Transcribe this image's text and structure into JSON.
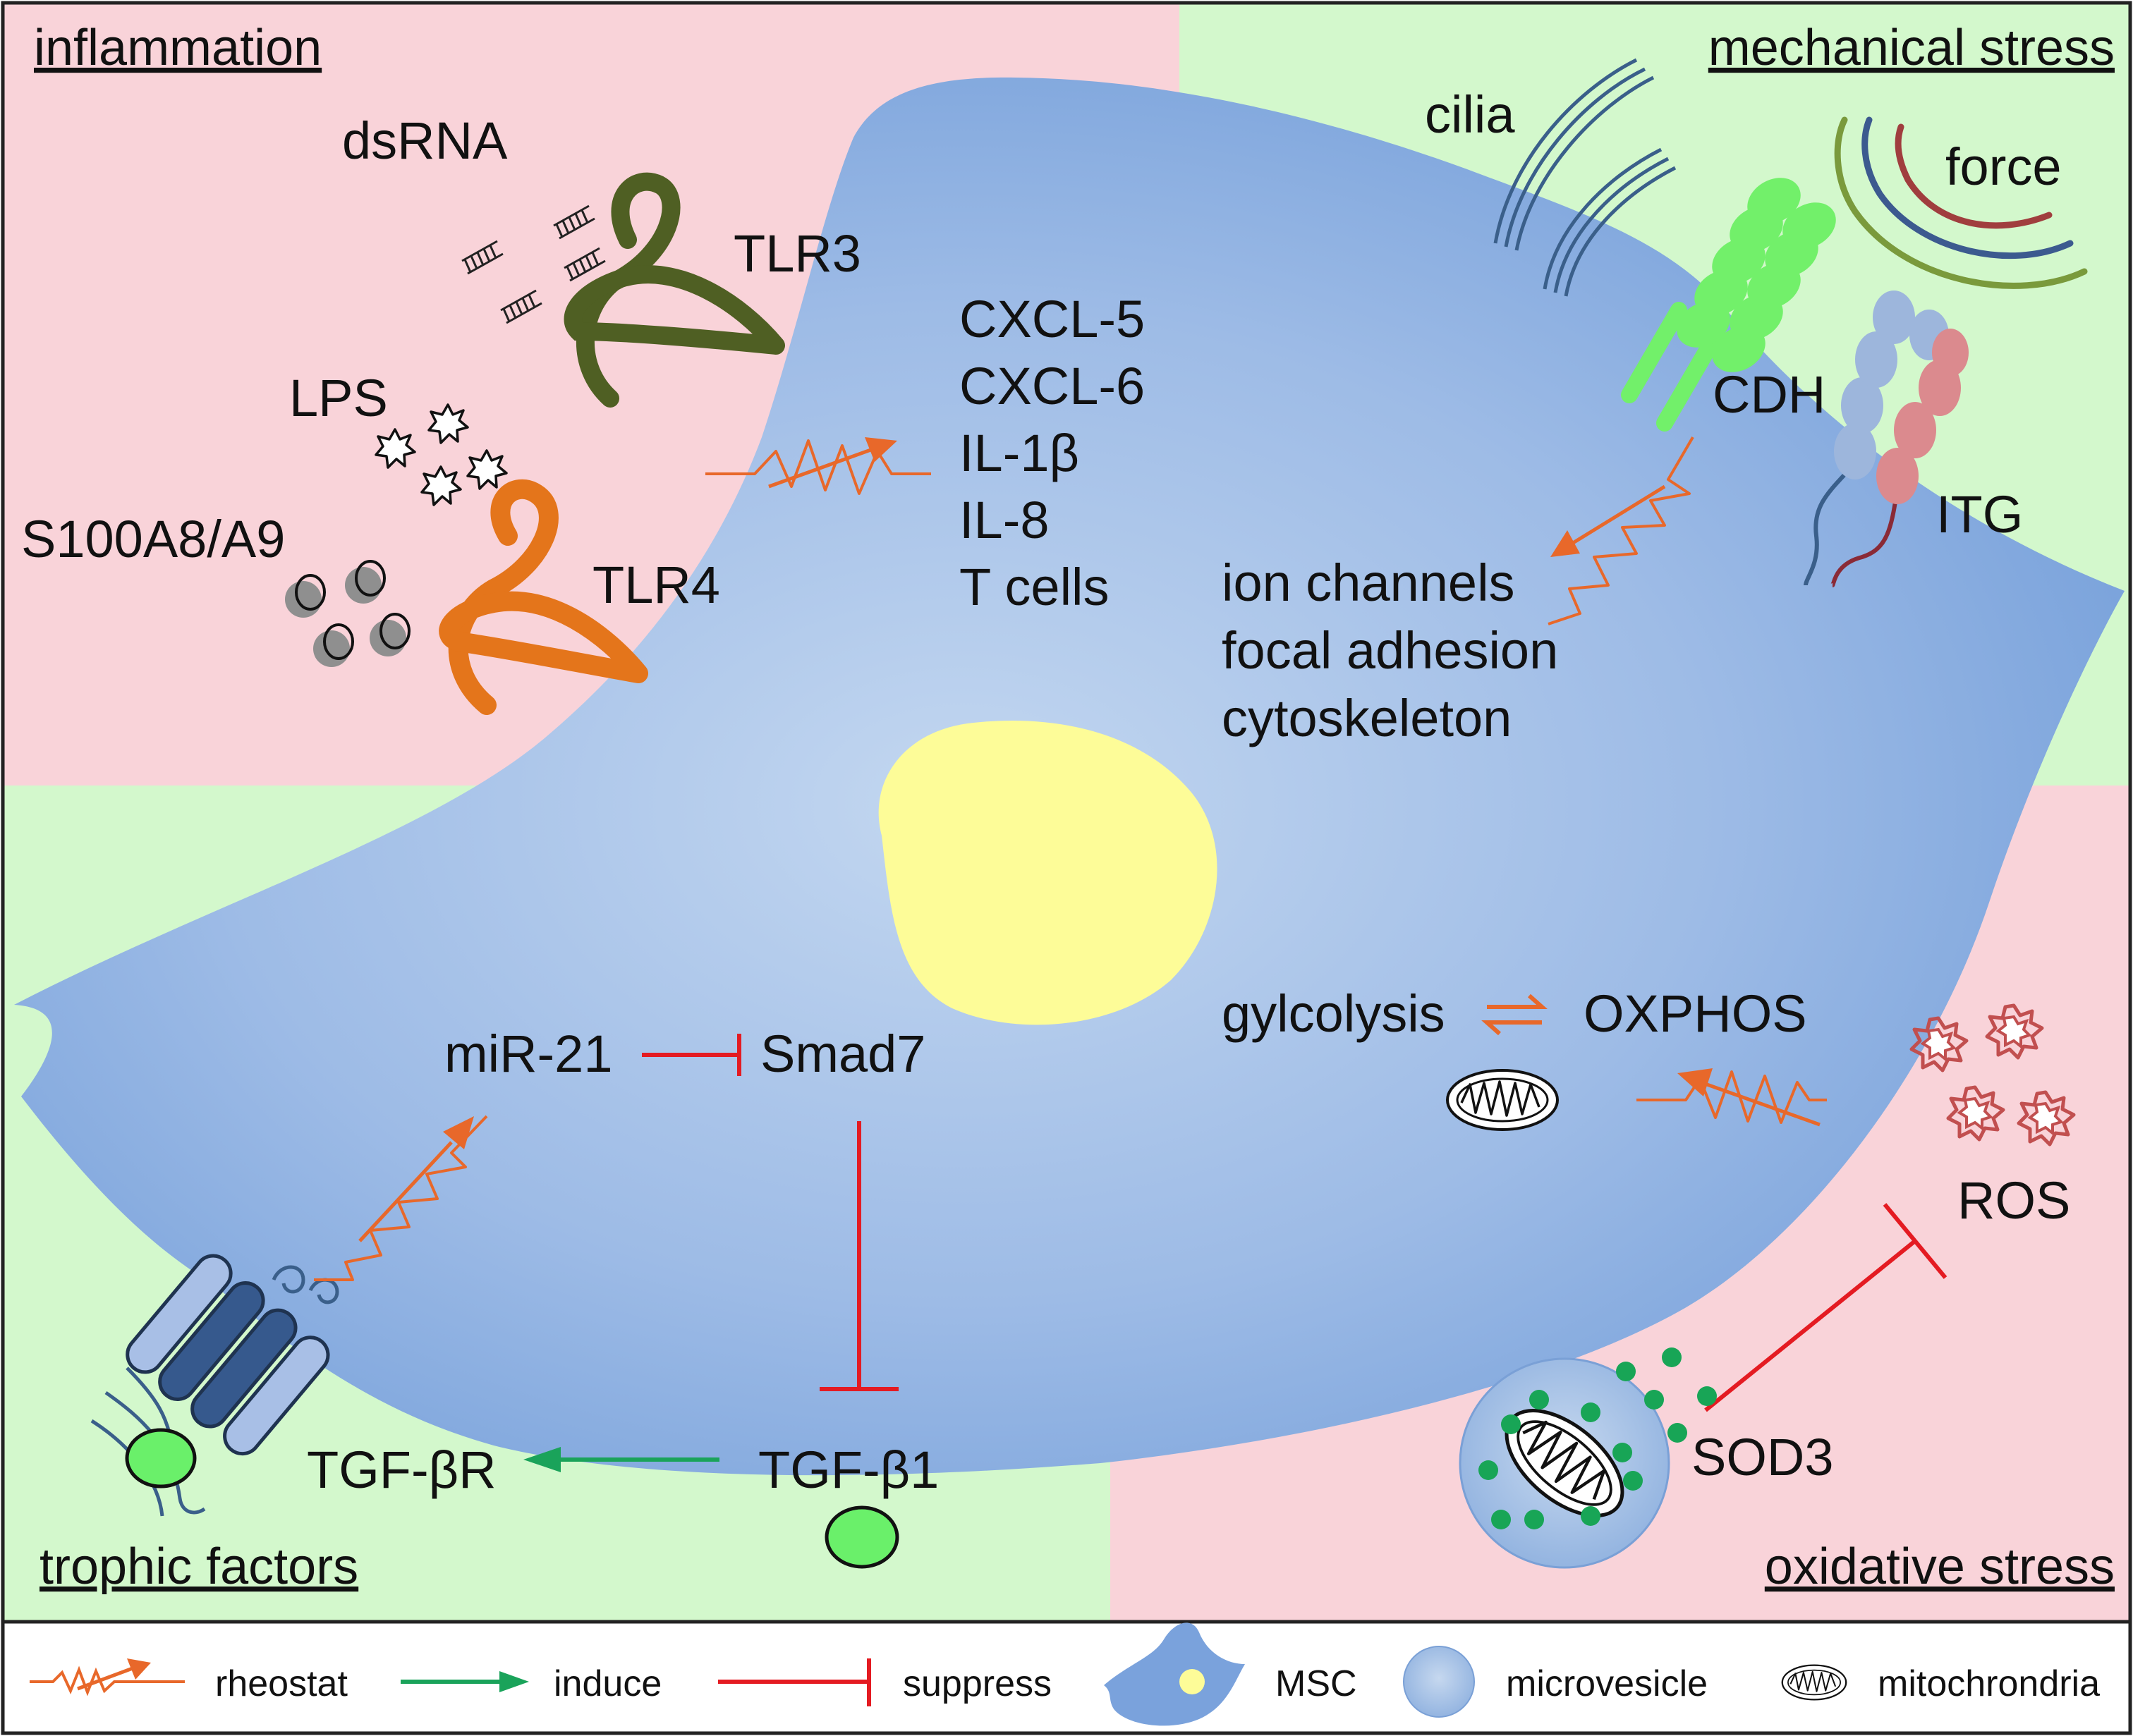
{
  "colors": {
    "inflammation_bg": "#f9d3d9",
    "growth_bg": "#d3f8cc",
    "cell_center": "#b8d0ee",
    "cell_edge": "#6f9bd8",
    "nucleus": "#fdfc98",
    "rheostat": "#e8682a",
    "induce": "#1aa35a",
    "suppress": "#e41b22"
  },
  "quadrants": {
    "top_left": "inflammation",
    "top_right": "mechanical stress",
    "bottom_left": "trophic factors",
    "bottom_right": "oxidative stress"
  },
  "inflammation": {
    "dsrna": "dsRNA",
    "tlr3": "TLR3",
    "lps": "LPS",
    "s100": "S100A8/A9",
    "tlr4": "TLR4",
    "outputs": [
      "CXCL-5",
      "CXCL-6",
      "IL-1β",
      "IL-8",
      "T cells"
    ]
  },
  "mechanical": {
    "cilia": "cilia",
    "force": "force",
    "cdh": "CDH",
    "itg": "ITG",
    "outputs": [
      "ion channels",
      "focal adhesion",
      "cytoskeleton"
    ]
  },
  "metabolism": {
    "glycolysis": "gylcolysis",
    "oxphos": "OXPHOS",
    "ros": "ROS",
    "sod3": "SOD3"
  },
  "trophic": {
    "mir21": "miR-21",
    "smad7": "Smad7",
    "tgfbr": "TGF-βR",
    "tgfb1": "TGF-β1"
  },
  "legend": {
    "rheostat": "rheostat",
    "induce": "induce",
    "suppress": "suppress",
    "msc": "MSC",
    "microvesicle": "microvesicle",
    "mitochondria": "mitochrondria"
  },
  "icons": [
    "dsrna-icon",
    "lps-icon",
    "s100-icon",
    "tlr3-receptor-icon",
    "tlr4-receptor-icon",
    "cilia-icon",
    "force-arcs-icon",
    "cdh-icon",
    "integrin-icon",
    "mitochondrion-icon",
    "ros-icon",
    "microvesicle-icon",
    "tgf-receptor-icon",
    "growth-factor-icon"
  ]
}
